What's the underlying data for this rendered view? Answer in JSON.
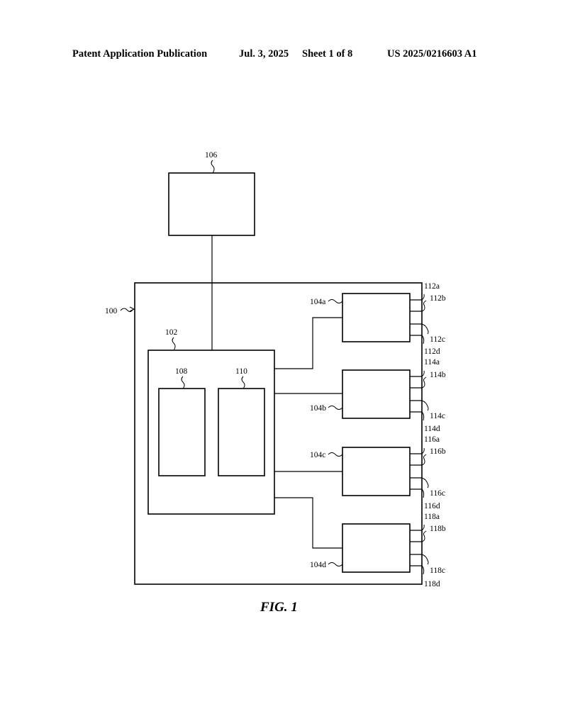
{
  "header": {
    "publication": "Patent Application Publication",
    "date": "Jul. 3, 2025",
    "sheet": "Sheet 1 of 8",
    "number": "US 2025/0216603 A1"
  },
  "figure": {
    "caption": "FIG. 1",
    "labels": {
      "system": "100",
      "controller": "102",
      "external": "106",
      "sub_a": "108",
      "sub_b": "110",
      "module_a": "104a",
      "module_b": "104b",
      "module_c": "104c",
      "module_d": "104d",
      "p112a": "112a",
      "p112b": "112b",
      "p112c": "112c",
      "p112d": "112d",
      "p114a": "114a",
      "p114b": "114b",
      "p114c": "114c",
      "p114d": "114d",
      "p116a": "116a",
      "p116b": "116b",
      "p116c": "116c",
      "p116d": "116d",
      "p118a": "118a",
      "p118b": "118b",
      "p118c": "118c",
      "p118d": "118d"
    }
  }
}
